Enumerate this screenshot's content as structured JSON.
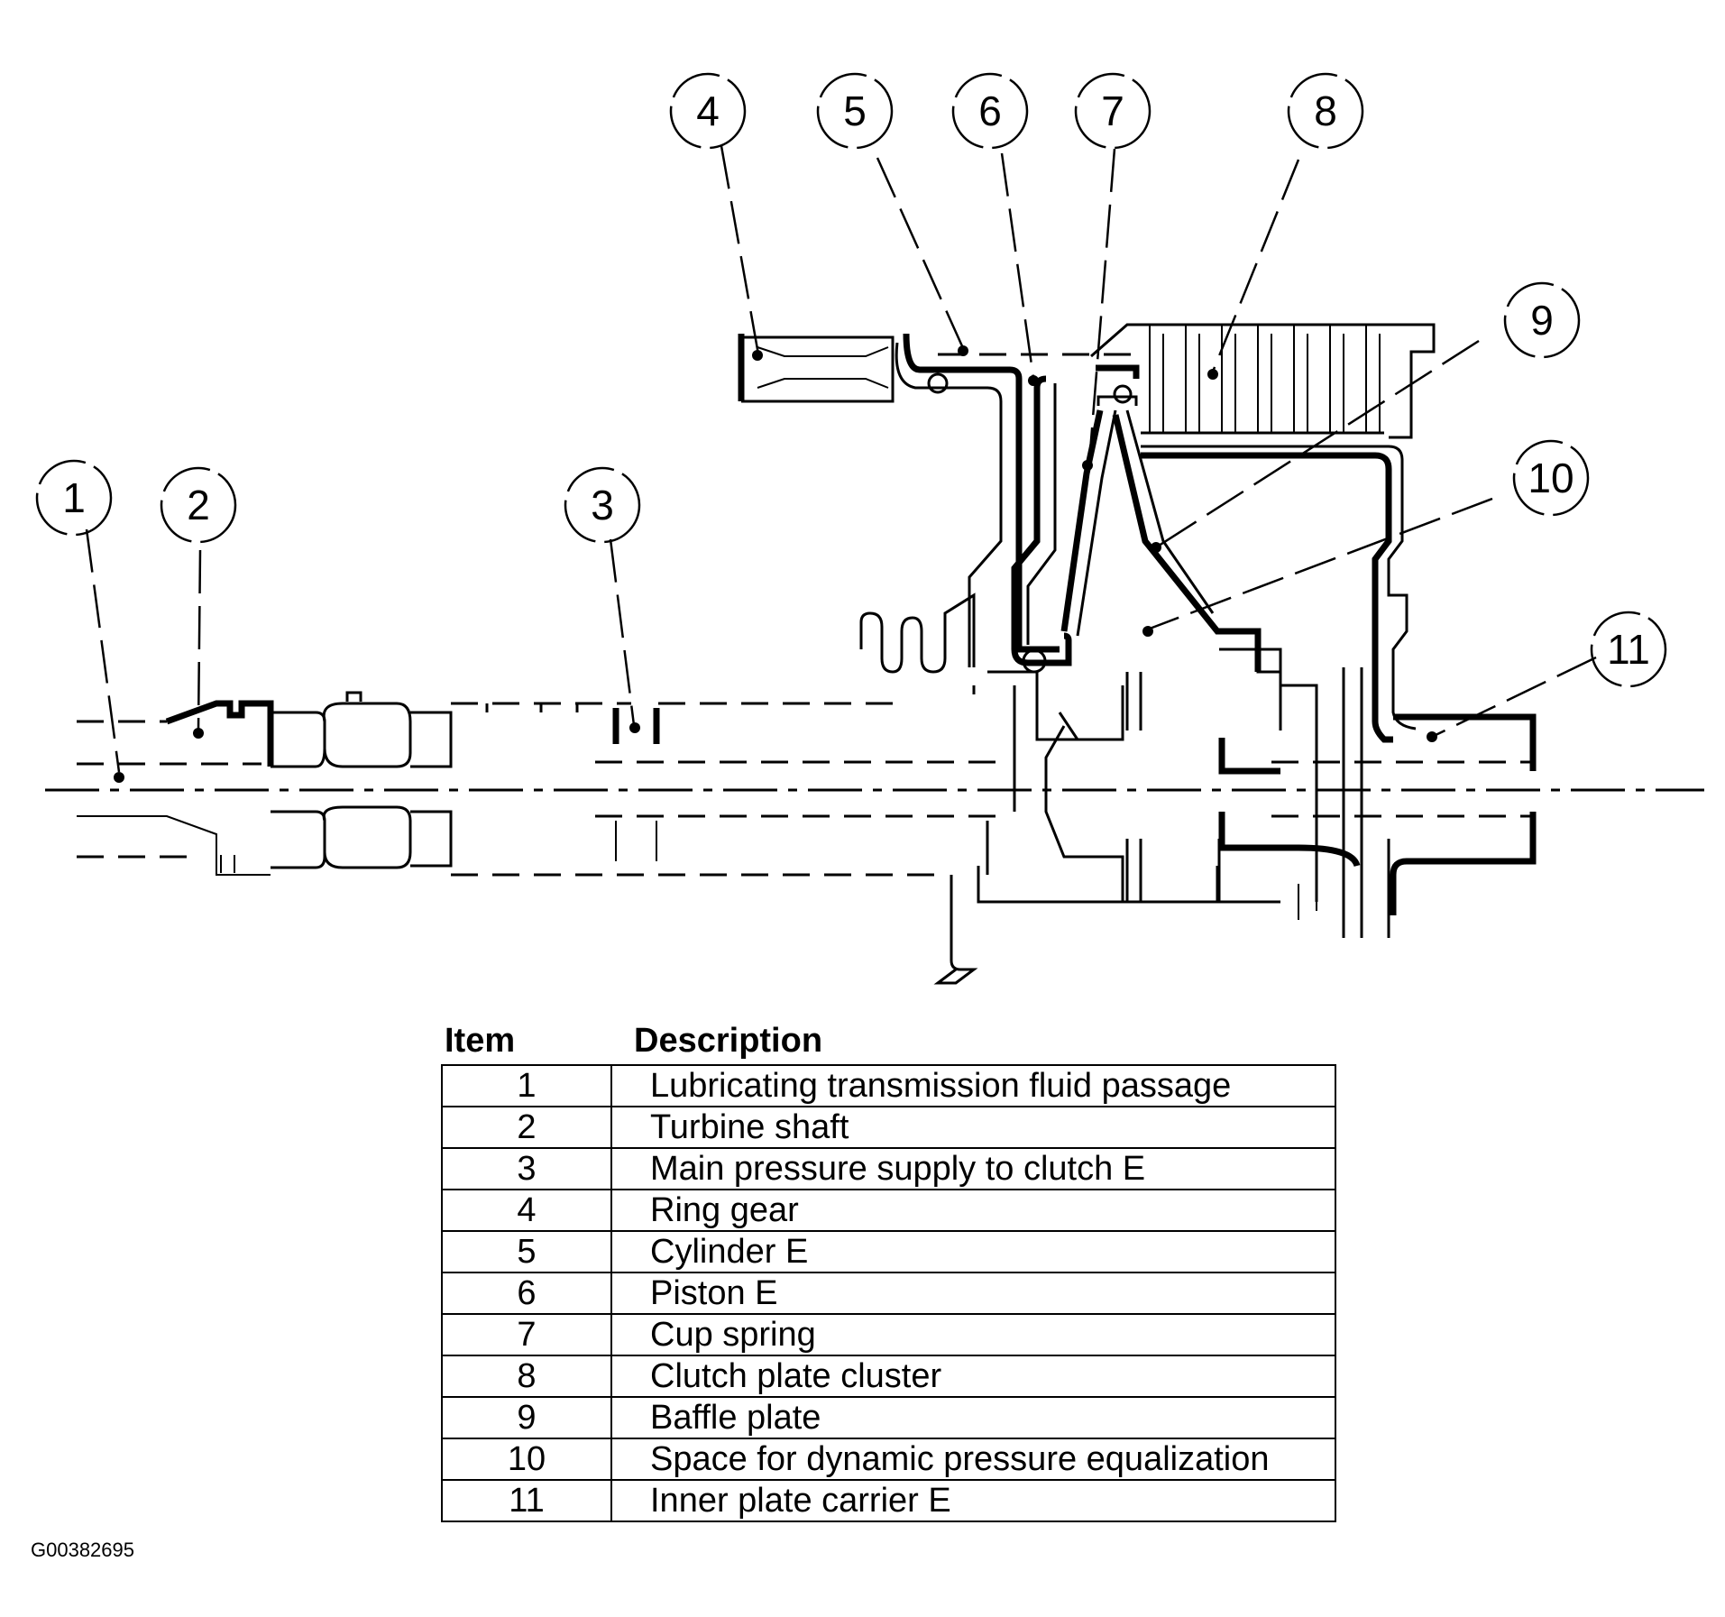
{
  "callouts": [
    "1",
    "2",
    "3",
    "4",
    "5",
    "6",
    "7",
    "8",
    "9",
    "10",
    "11"
  ],
  "table": {
    "header_item": "Item",
    "header_description": "Description",
    "rows": [
      {
        "item": "1",
        "description": "Lubricating transmission fluid passage"
      },
      {
        "item": "2",
        "description": "Turbine shaft"
      },
      {
        "item": "3",
        "description": "Main pressure supply to clutch E"
      },
      {
        "item": "4",
        "description": "Ring gear"
      },
      {
        "item": "5",
        "description": "Cylinder E"
      },
      {
        "item": "6",
        "description": "Piston E"
      },
      {
        "item": "7",
        "description": "Cup spring"
      },
      {
        "item": "8",
        "description": "Clutch plate cluster"
      },
      {
        "item": "9",
        "description": "Baffle plate"
      },
      {
        "item": "10",
        "description": "Space for dynamic pressure equalization"
      },
      {
        "item": "11",
        "description": "Inner plate carrier E"
      }
    ]
  },
  "figure_code": "G00382695"
}
